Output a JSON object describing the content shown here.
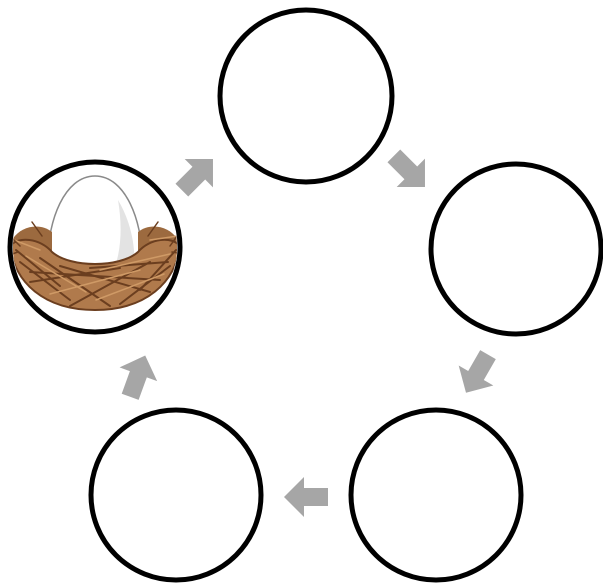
{
  "diagram": {
    "type": "cycle",
    "stages": [
      {
        "content": "egg-in-nest"
      },
      {
        "content": ""
      },
      {
        "content": ""
      },
      {
        "content": ""
      },
      {
        "content": ""
      }
    ],
    "arrow_direction": "clockwise",
    "colors": {
      "circle_stroke": "#000000",
      "circle_fill": "#ffffff",
      "arrow_fill": "#a6a6a6",
      "egg_fill": "#ffffff",
      "egg_shadow": "#d9d9d9",
      "nest_fill": "#b07a4c",
      "nest_dark": "#6b3e1f",
      "nest_light": "#cf9a66"
    }
  }
}
